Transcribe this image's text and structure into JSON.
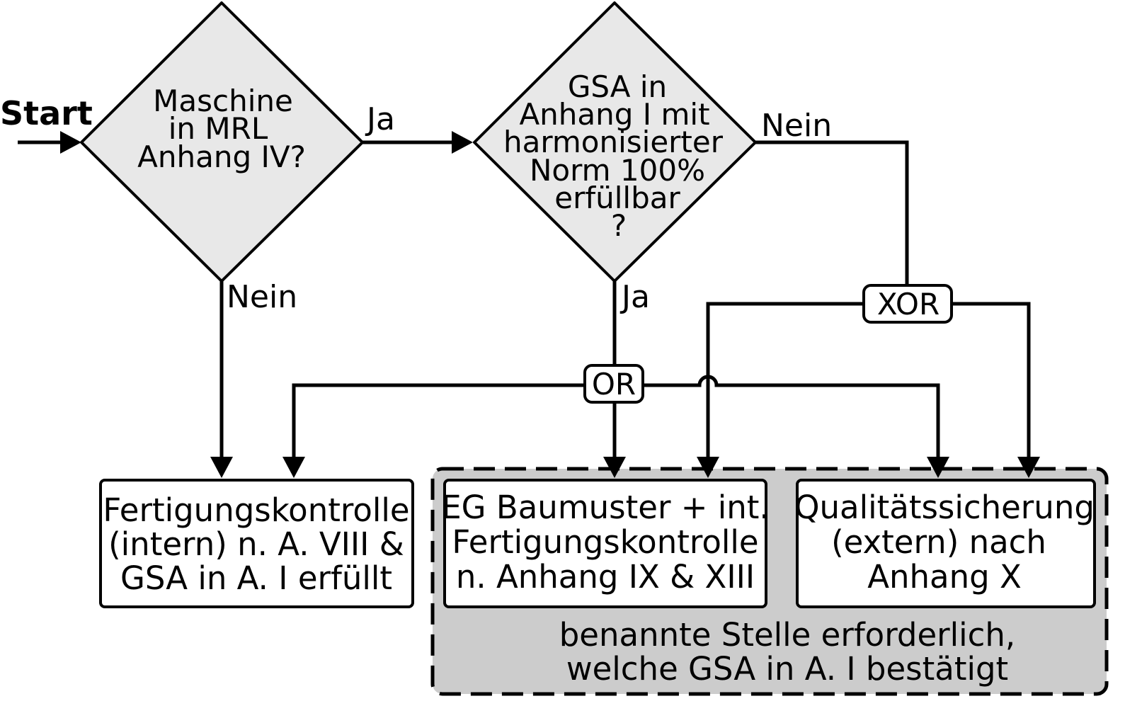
{
  "start_label": "Start",
  "decision1": {
    "lines": [
      "Maschine",
      "in MRL",
      "Anhang IV?"
    ],
    "yes_label": "Ja",
    "no_label": "Nein"
  },
  "decision2": {
    "lines": [
      "GSA in",
      "Anhang I mit",
      "harmonisierter",
      "Norm 100%",
      "erfüllbar",
      "?"
    ],
    "yes_label": "Ja",
    "no_label": "Nein"
  },
  "or_label": "OR",
  "xor_label": "XOR",
  "box_internal": {
    "lines": [
      "Fertigungskontrolle",
      "(intern) n. A. VIII &",
      "GSA in A. I erfüllt"
    ]
  },
  "box_type_exam": {
    "lines": [
      "EG Baumuster + int.",
      "Fertigungskontrolle",
      "n. Anhang IX & XIII"
    ]
  },
  "box_quality": {
    "lines": [
      "Qualitätssicherung",
      "(extern) nach",
      "Anhang X"
    ]
  },
  "notified_body": {
    "lines": [
      "benannte Stelle erforderlich,",
      "welche GSA in A. I bestätigt"
    ]
  },
  "colors": {
    "diamond_fill": "#e8e8e8",
    "group_fill": "#cccccc"
  }
}
